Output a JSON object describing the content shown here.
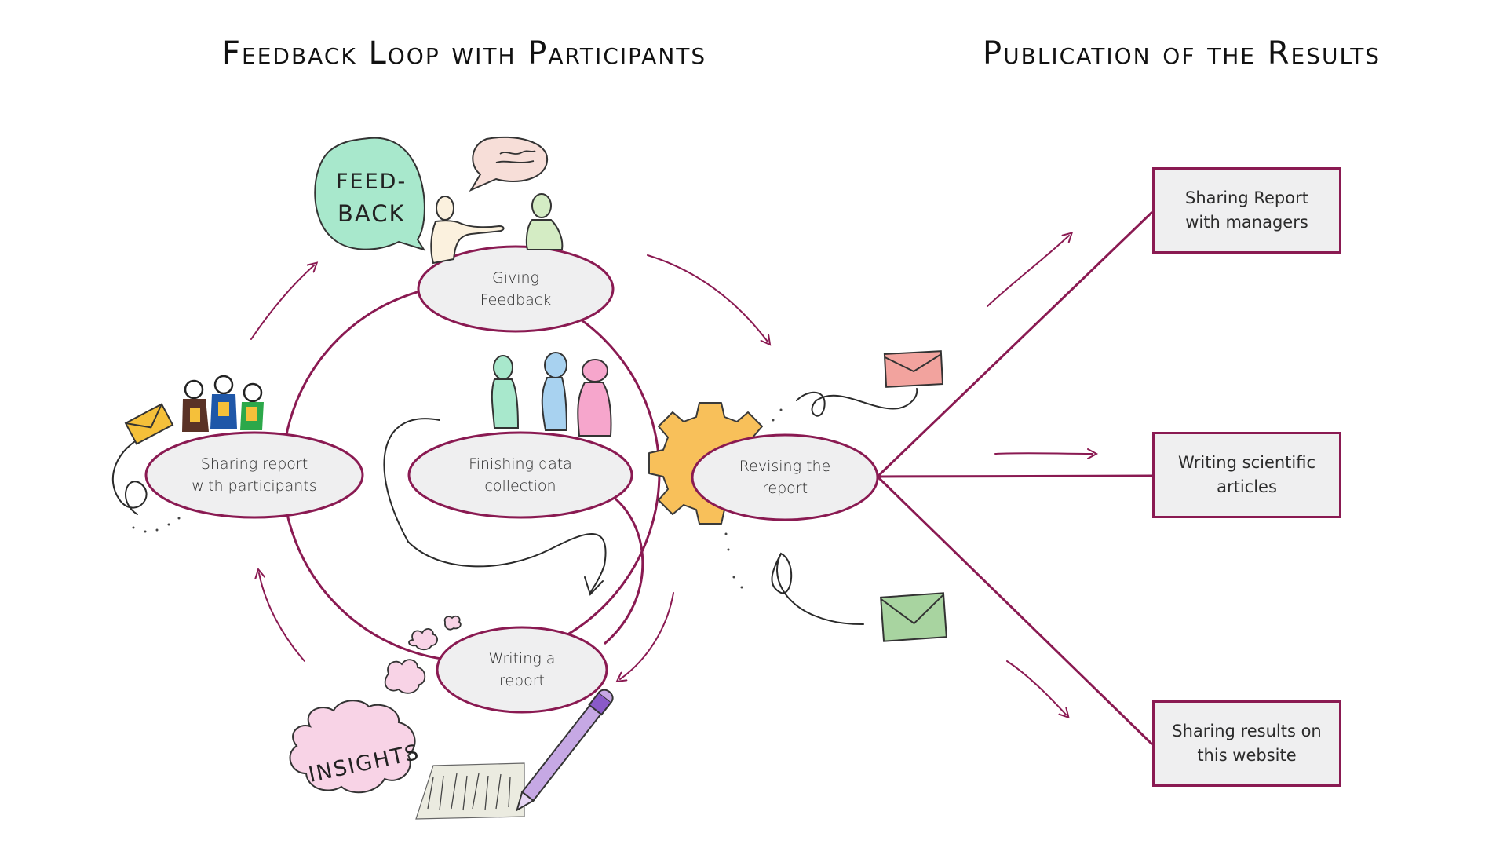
{
  "titles": {
    "left": "Feedback Loop with Participants",
    "right": "Publication of the Results"
  },
  "loop_nodes": [
    {
      "id": "giving-feedback",
      "label": "Giving Feedback",
      "lines": [
        "Giving",
        "Feedback"
      ]
    },
    {
      "id": "sharing-report-participants",
      "label": "Sharing report with participants",
      "lines": [
        "Sharing report",
        "with participants"
      ]
    },
    {
      "id": "finishing-data-collection",
      "label": "Finishing data collection",
      "lines": [
        "Finishing data",
        "collection"
      ]
    },
    {
      "id": "revising-report",
      "label": "Revising the report",
      "lines": [
        "Revising the",
        "report"
      ]
    },
    {
      "id": "writing-report",
      "label": "Writing a report",
      "lines": [
        "Writing a",
        "report"
      ]
    }
  ],
  "publication_outputs": [
    {
      "id": "sharing-report-managers",
      "label": "Sharing Report with managers"
    },
    {
      "id": "writing-scientific-articles",
      "label": "Writing scientific articles"
    },
    {
      "id": "sharing-results-website",
      "label": "Sharing results on this website"
    }
  ],
  "illustrations": {
    "speech_bubble_text": [
      "FEED-",
      "BACK"
    ],
    "cloud_text": "INSIGHTS"
  },
  "colors": {
    "accent": "#8a1a52",
    "node_fill": "#efeff0",
    "feedback_bubble": "#a8e8cc",
    "insights_cloud": "#f8d3e6",
    "gear": "#f8c05a",
    "envelope_pink": "#f2a39e",
    "envelope_green": "#a8d4a0",
    "envelope_yellow": "#f5c03a",
    "pencil": "#b894d8"
  }
}
